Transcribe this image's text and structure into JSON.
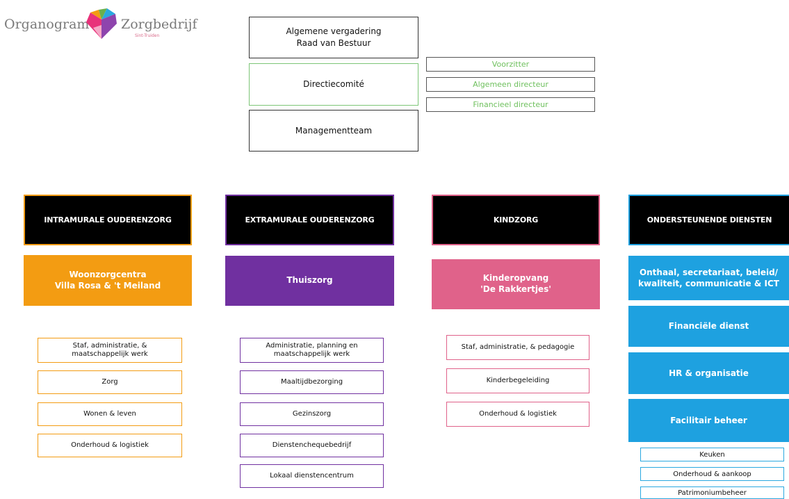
{
  "logo": {
    "left_text": "Organogram",
    "right_text": "Zorgbedrijf",
    "sub_text": "Sint-Truiden",
    "colors": [
      "#e8327a",
      "#f39c12",
      "#6ab04c",
      "#2aa8e0",
      "#8e44ad"
    ]
  },
  "governance": {
    "general_assembly": "Algemene vergadering\nRaad van Bestuur",
    "directie": "Directiecomité",
    "management": "Managementteam",
    "roles": [
      "Voorzitter",
      "Algemeen directeur",
      "Financieel directeur"
    ]
  },
  "colors": {
    "intramural": "#f39c12",
    "extramural": "#7030a0",
    "kindzorg": "#e0628a",
    "support": "#1ea1e0",
    "role_text": "#6fc05e"
  },
  "departments": [
    {
      "title": "INTRAMURALE OUDERENZORG",
      "unit": "Woonzorgcentra\nVilla Rosa & 't Meiland",
      "services": [
        "Staf, administratie, &\nmaatschappelijk werk",
        "Zorg",
        "Wonen & leven",
        "Onderhoud & logistiek"
      ]
    },
    {
      "title": "EXTRAMURALE OUDERENZORG",
      "unit": "Thuiszorg",
      "services": [
        "Administratie, planning en\nmaatschappelijk werk",
        "Maaltijdbezorging",
        "Gezinszorg",
        "Dienstenchequebedrijf",
        "Lokaal dienstencentrum"
      ]
    },
    {
      "title": "KINDZORG",
      "unit": "Kinderopvang\n'De Rakkertjes'",
      "services": [
        "Staf, administratie, & pedagogie",
        "Kinderbegeleiding",
        "Onderhoud & logistiek"
      ]
    },
    {
      "title": "ONDERSTEUNENDE DIENSTEN",
      "units": [
        "Onthaal, secretariaat, beleid/\nkwaliteit, communicatie & ICT",
        "Financiële dienst",
        "HR & organisatie",
        "Facilitair beheer"
      ],
      "services": [
        "Keuken",
        "Onderhoud & aankoop",
        "Patrimoniumbeheer"
      ]
    }
  ]
}
